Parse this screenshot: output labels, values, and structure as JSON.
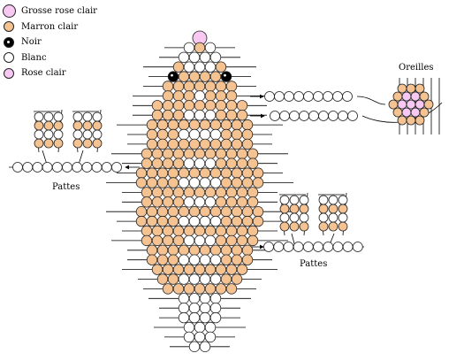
{
  "legend": [
    {
      "label": "Grosse rose clair",
      "color": "#f6c8f2",
      "big": true
    },
    {
      "label": "Marron clair",
      "color": "#f5c292",
      "big": false
    },
    {
      "label": "Noir",
      "color": "#000000",
      "big": false
    },
    {
      "label": "Blanc",
      "color": "#ffffff",
      "big": false
    },
    {
      "label": "Rose clair",
      "color": "#f6c8f2",
      "big": false
    }
  ],
  "labels": {
    "oreilles": "Oreilles",
    "pattes_left": "Pattes",
    "pattes_right": "Pattes"
  },
  "palette": {
    "M": "#f5c292",
    "W": "#ffffff",
    "N": "#000000",
    "R": "#f6c8f2",
    "outline": "#222222"
  },
  "body_rows": [
    "R",
    "WMW",
    "WWWW",
    "MWWWM",
    "NMMMMN",
    "MMMMMMM",
    "MMMWMMM",
    "MMMMMMMMM",
    "MMMWWWMMM",
    "MMMMMMMMMM",
    "MMMWWWWMMM",
    "MMMMMMMMMM",
    "MMMMMMMMMMM",
    "MMMMWWWMMMM",
    "MMMMMMMMMMMM",
    "MMMMWWWWMMMM",
    "MMMMMMMMMMM",
    "MMMMWWWMMMM",
    "MMMMMMMMMMMM",
    "MMMMWWWWMMMM",
    "MMMMMMMMMMM",
    "MMMMWWWMMMM",
    "MMMMMMMMMM",
    "MMMWWWWMMM",
    "MMMMMMMMM",
    "MMWWWWMM",
    "MMMMMMM",
    "WWWW",
    "WWWW",
    "WWWW",
    "WWW",
    "WWW",
    "WW"
  ],
  "ear_rows": [
    "MMM",
    "MRRM",
    "MRRRM",
    "MRRM",
    "MMM"
  ],
  "leg_rows": [
    "WWW",
    "MMM",
    "WWW",
    "MMM"
  ]
}
